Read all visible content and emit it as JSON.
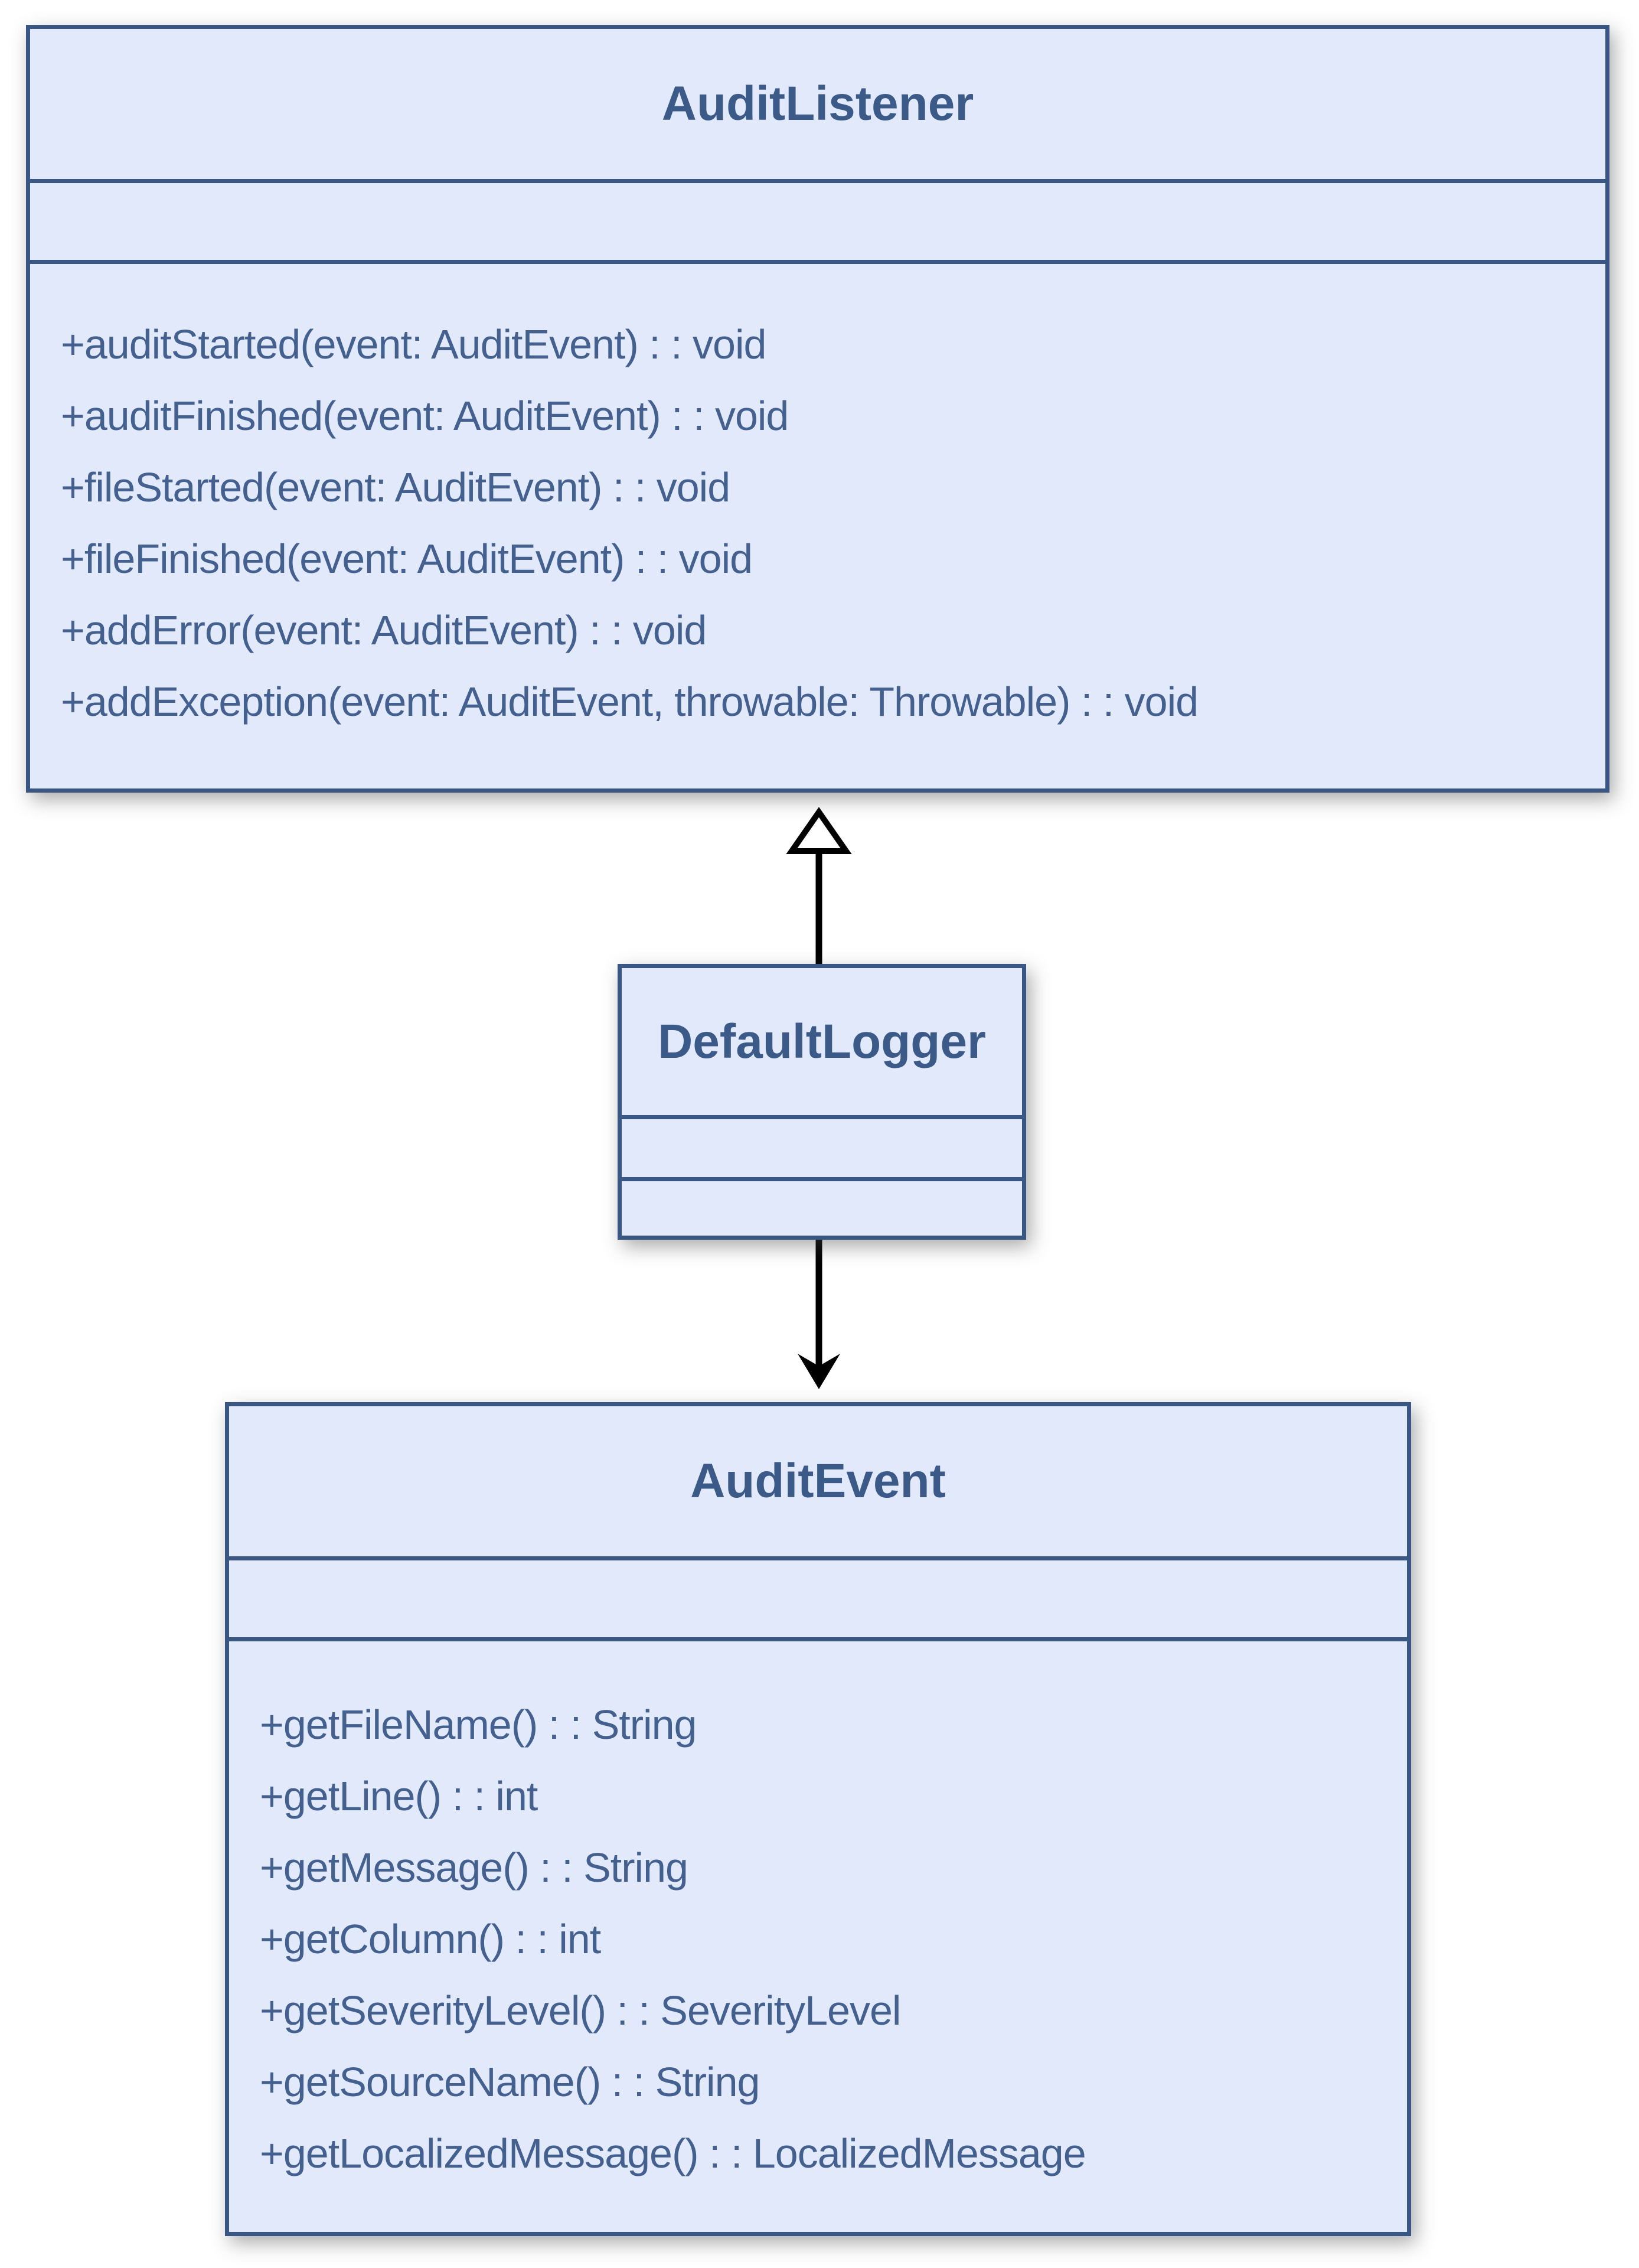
{
  "diagram": {
    "type": "uml-class-diagram",
    "classes": [
      {
        "name": "AuditListener",
        "attributes": [],
        "methods": [
          "+auditStarted(event: AuditEvent) : : void",
          "+auditFinished(event: AuditEvent) : : void",
          "+fileStarted(event: AuditEvent) : : void",
          "+fileFinished(event: AuditEvent) : : void",
          "+addError(event: AuditEvent) : : void",
          "+addException(event: AuditEvent, throwable: Throwable) : : void"
        ]
      },
      {
        "name": "DefaultLogger",
        "attributes": [],
        "methods": []
      },
      {
        "name": "AuditEvent",
        "attributes": [],
        "methods": [
          "+getFileName() : : String",
          "+getLine() : : int",
          "+getMessage() : : String",
          "+getColumn() : : int",
          "+getSeverityLevel() : : SeverityLevel",
          "+getSourceName() : : String",
          "+getLocalizedMessage() : : LocalizedMessage"
        ]
      }
    ],
    "relationships": [
      {
        "from": "DefaultLogger",
        "to": "AuditListener",
        "kind": "generalization",
        "arrow": "hollow-triangle-up"
      },
      {
        "from": "DefaultLogger",
        "to": "AuditEvent",
        "kind": "directed-association",
        "arrow": "open-chevron-down"
      }
    ],
    "colors": {
      "box_fill": "#e1e9fb",
      "box_border": "#3a5682",
      "title_text": "#3c5a88",
      "method_text": "#44608e",
      "connector": "#000000",
      "background": "#ffffff"
    }
  }
}
